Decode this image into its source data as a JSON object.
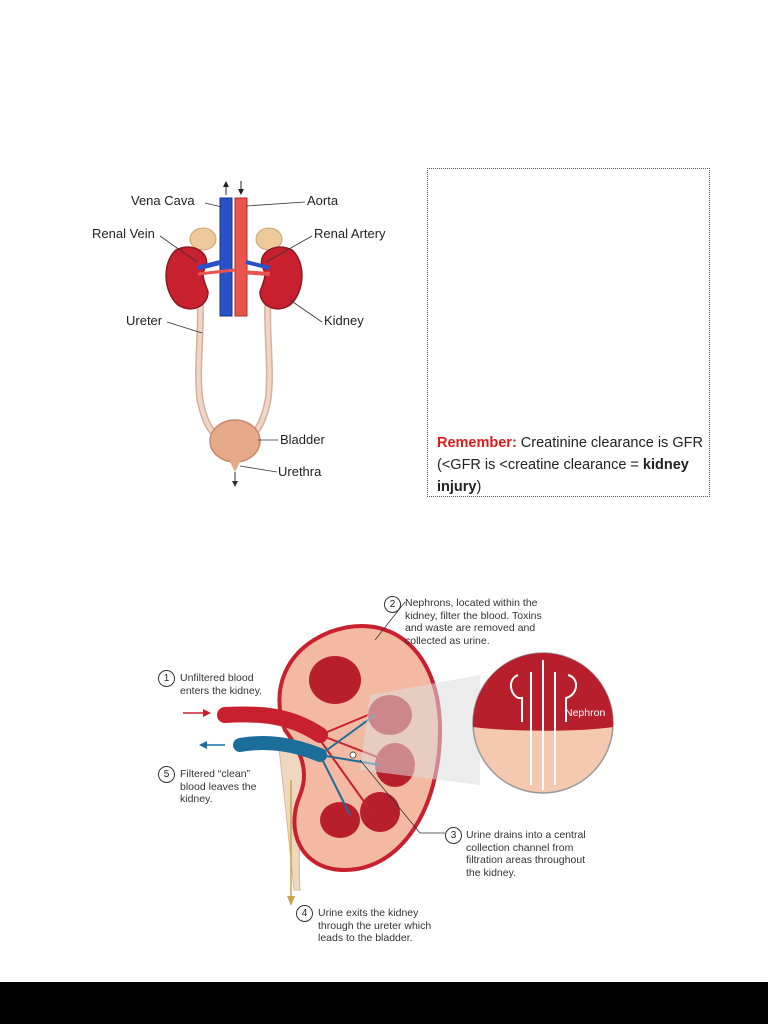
{
  "urinary_diagram": {
    "labels": {
      "vena_cava": "Vena Cava",
      "aorta": "Aorta",
      "renal_vein": "Renal Vein",
      "renal_artery": "Renal Artery",
      "ureter": "Ureter",
      "kidney": "Kidney",
      "bladder": "Bladder",
      "urethra": "Urethra"
    }
  },
  "note": {
    "label": "Remember:",
    "text_1": " Creatinine clearance is GFR (<GFR is <creatine clearance = ",
    "bold": "kidney injury",
    "text_2": ")"
  },
  "nephron_diagram": {
    "inset_label": "Nephron",
    "steps": [
      {
        "num": "1",
        "text": "Unfiltered blood enters the kidney."
      },
      {
        "num": "2",
        "text": "Nephrons, located within the kidney, filter the blood. Toxins and waste are removed and collected as urine."
      },
      {
        "num": "3",
        "text": "Urine drains into a central collection channel from filtration areas throughout the kidney."
      },
      {
        "num": "4",
        "text": "Urine exits the kidney through the ureter which leads to the bladder."
      },
      {
        "num": "5",
        "text": "Filtered “clean” blood leaves the kidney."
      }
    ]
  },
  "colors": {
    "kidney_red": "#c8202f",
    "vein_blue": "#2a52c8",
    "artery_red": "#e8554d",
    "ureter_tan": "#e9c9b6",
    "bladder": "#e6a98a",
    "remember_red": "#e01b1b"
  }
}
